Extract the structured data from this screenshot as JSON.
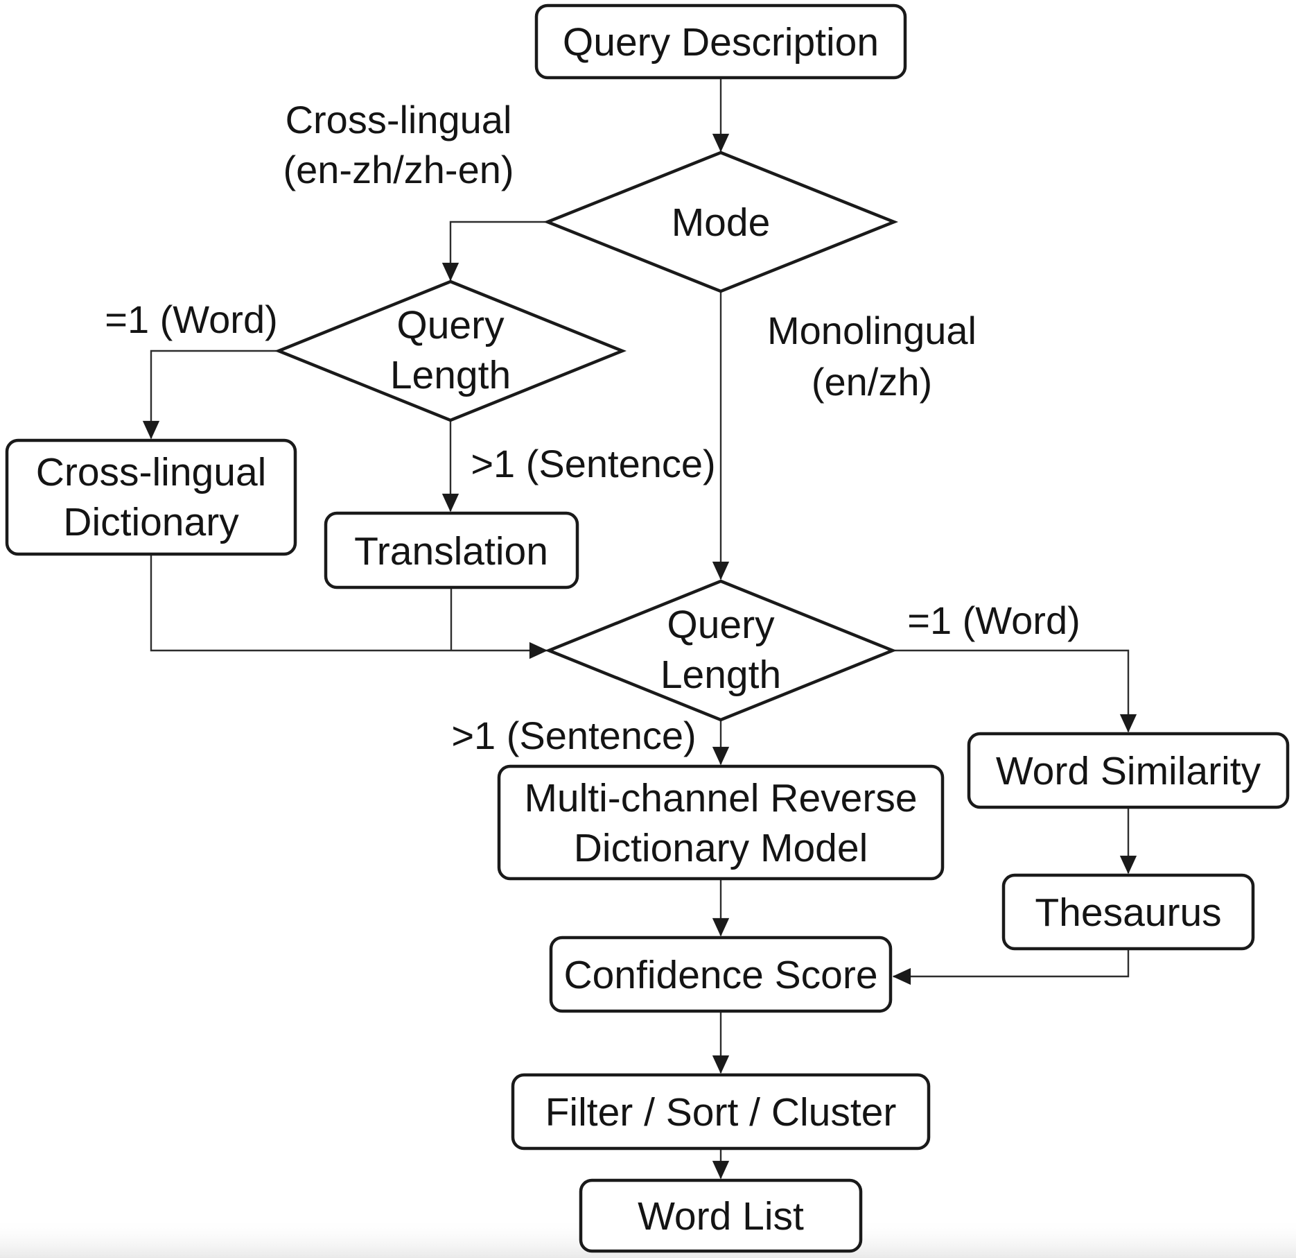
{
  "figure": {
    "title": "Reverse dictionary query processing flowchart",
    "background_color": "#ffffff",
    "ink_color": "#1a1a1a",
    "connector_color": "#2d2d2d"
  },
  "nodes": {
    "query_description": {
      "label": "Query Description"
    },
    "mode": {
      "label": "Mode"
    },
    "query_length_1": {
      "lines": [
        "Query",
        "Length"
      ]
    },
    "cross_lingual_dictionary": {
      "lines": [
        "Cross-lingual",
        "Dictionary"
      ]
    },
    "translation": {
      "label": "Translation"
    },
    "query_length_2": {
      "lines": [
        "Query",
        "Length"
      ]
    },
    "word_similarity": {
      "label": "Word Similarity"
    },
    "thesaurus": {
      "label": "Thesaurus"
    },
    "multi_channel_model": {
      "lines": [
        "Multi-channel Reverse",
        "Dictionary Model"
      ]
    },
    "confidence_score": {
      "label": "Confidence Score"
    },
    "filter_sort_cluster": {
      "label": "Filter / Sort / Cluster"
    },
    "word_list": {
      "label": "Word List"
    }
  },
  "edge_labels": {
    "cross_lingual": {
      "lines": [
        "Cross-lingual",
        "(en-zh/zh-en)"
      ]
    },
    "monolingual": {
      "lines": [
        "Monolingual",
        "(en/zh)"
      ]
    },
    "eq1_word_left": "=1 (Word)",
    "gt1_sentence_left": ">1 (Sentence)",
    "eq1_word_right": "=1 (Word)",
    "gt1_sentence_center": ">1 (Sentence)"
  }
}
